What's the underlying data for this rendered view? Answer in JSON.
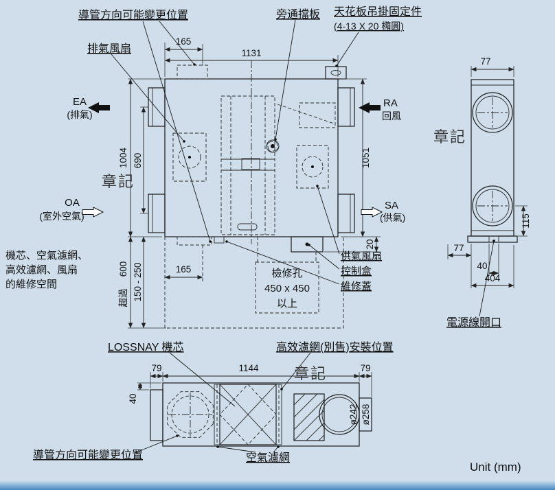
{
  "colors": {
    "background": "#cfdeea",
    "line": "#1a1a1a",
    "footer_strip": "#4a86bc",
    "watermark": "#3a3a3a"
  },
  "labels": {
    "duct_change_top": "導管方向可能變更位置",
    "exhaust_fan": "排氣風扇",
    "bypass_damper": "旁通擋板",
    "ceiling_fixture": "天花板吊掛固定件",
    "ceiling_fixture_spec": "(4-13 X 20 橢圓)",
    "ea": "EA",
    "ea_sub": "(排氣)",
    "ra": "RA",
    "ra_sub": "回風",
    "oa": "OA",
    "oa_sub": "(室外空氣)",
    "sa": "SA",
    "sa_sub": "(供氣)",
    "maintenance_space_1": "機芯、空氣濾網、",
    "maintenance_space_2": "高效濾網、風扇",
    "maintenance_space_3": "的維修空間",
    "inspection_1": "檢修孔",
    "inspection_2": "450 x 450",
    "inspection_3": "以上",
    "supply_fan": "供氣風扇",
    "control_box": "控制盒",
    "maintenance_cover": "維修蓋",
    "power_cord_opening": "電源線開口",
    "lossnay_core": "LOSSNAY 機芯",
    "high_eff_filter": "高效濾網(別售)安裝位置",
    "air_filter": "空氣濾網",
    "duct_change_bottom": "導管方向可能變更位置",
    "unit": "Unit (mm)",
    "watermark": "章記"
  },
  "dims": {
    "top_165": "165",
    "top_1131": "1131",
    "left_1004": "1004",
    "left_690": "690",
    "left_600": "600",
    "left_over": "超過",
    "left_150_250": "150 - 250",
    "bottom_165": "165",
    "right_1051": "1051",
    "right_20": "20",
    "side_top_77": "77",
    "side_115": "115",
    "side_77": "77",
    "side_40": "40",
    "side_404": "404",
    "bv_79_left": "79",
    "bv_1144": "1144",
    "bv_79_right": "79",
    "bv_40": "40",
    "dia_242": "ø242",
    "dia_258": "ø258"
  }
}
